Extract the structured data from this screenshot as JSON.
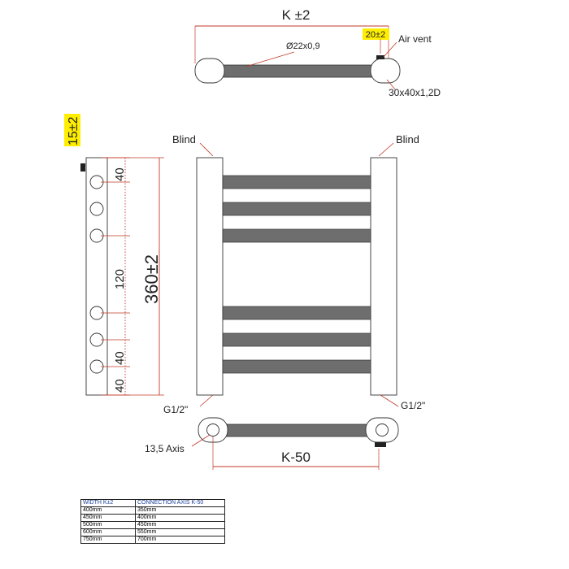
{
  "top_view": {
    "width_label": "K ±2",
    "tube_label": "Ø22x0,9",
    "vent_offset": "20±2",
    "air_vent": "Air vent",
    "collector_label": "30x40x1,2D"
  },
  "side_view": {
    "top_offset": "15±2",
    "height_label": "360±2",
    "spacings": [
      "40",
      "120",
      "40",
      "40"
    ]
  },
  "front_view": {
    "blind_left": "Blind",
    "blind_right": "Blind",
    "connection_left": "G1/2\"",
    "connection_right": "G1/2\""
  },
  "bottom_view": {
    "axis_label": "13,5 Axis",
    "connection_axis": "K-50"
  },
  "colors": {
    "dimension_line": "#c23a28",
    "tube_fill": "#6e6e6e",
    "highlight": "#ffee00"
  },
  "table": {
    "headers": [
      "WIDTH K±2",
      "CONNECTION AXIS K-50"
    ],
    "rows": [
      [
        "400mm",
        "350mm"
      ],
      [
        "450mm",
        "400mm"
      ],
      [
        "500mm",
        "450mm"
      ],
      [
        "600mm",
        "550mm"
      ],
      [
        "750mm",
        "700mm"
      ]
    ]
  }
}
